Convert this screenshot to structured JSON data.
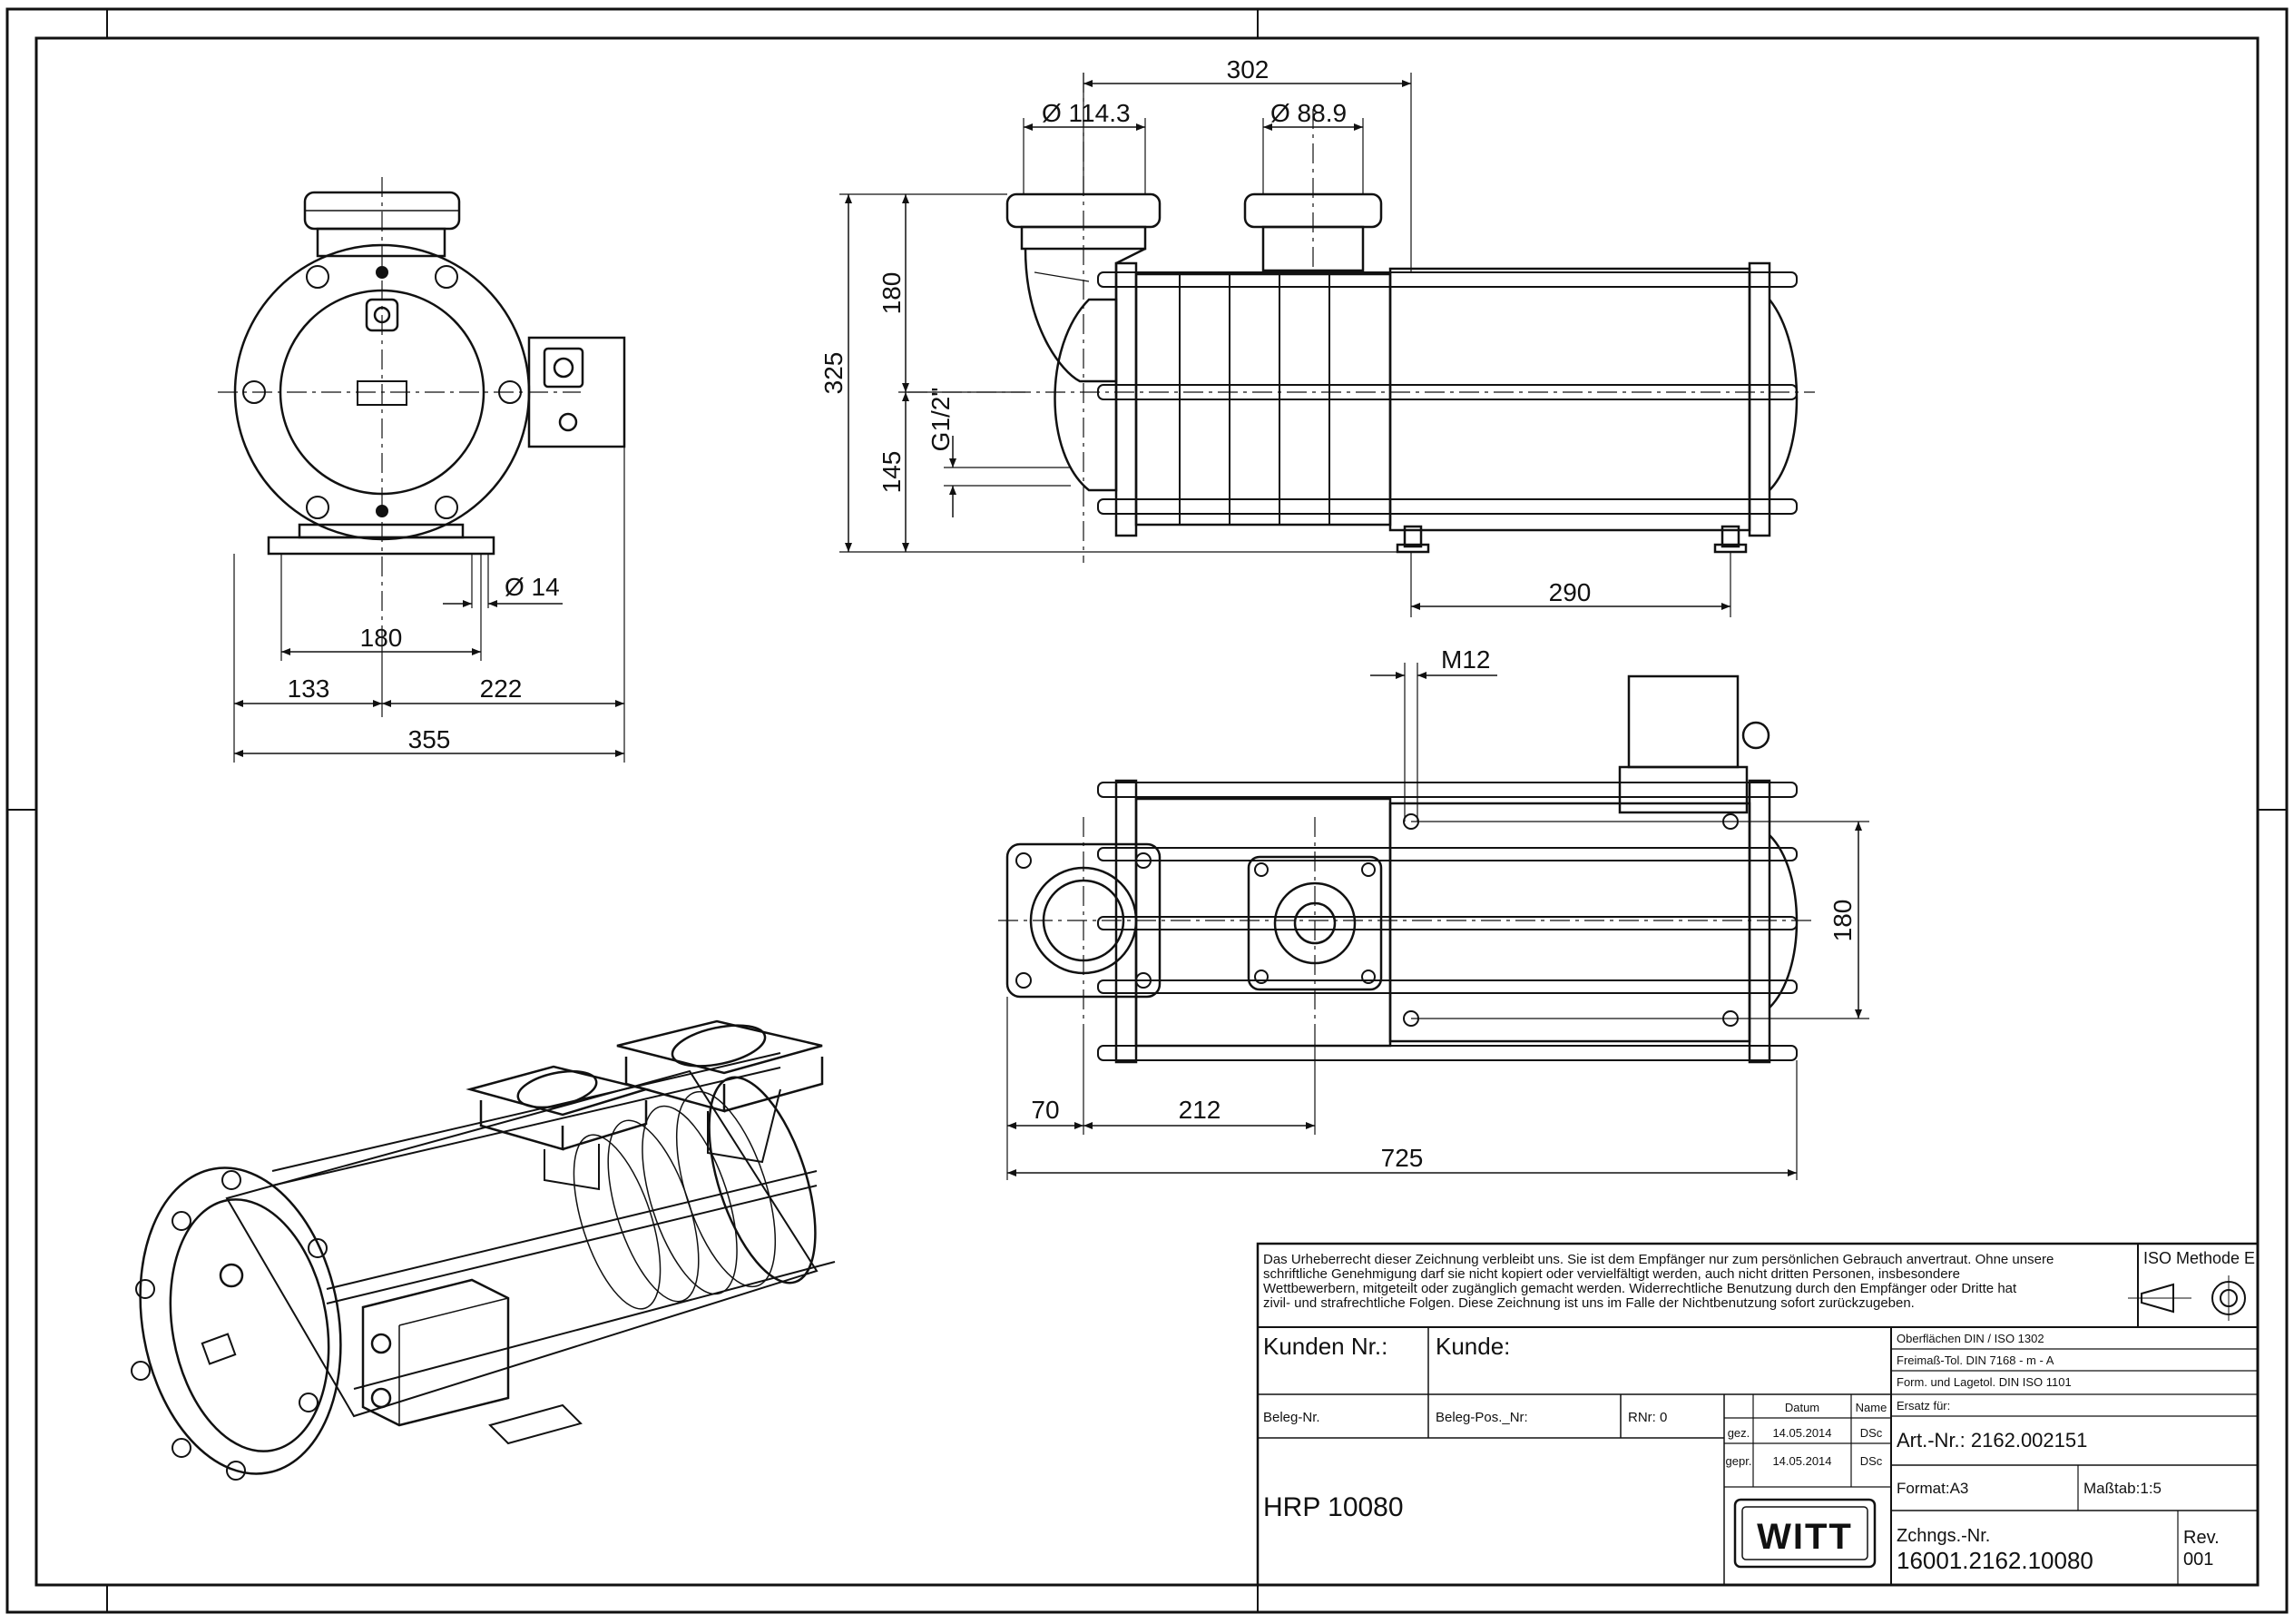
{
  "dimensions": {
    "front": {
      "d14": "Ø 14",
      "w180": "180",
      "w133": "133",
      "w222": "222",
      "w355": "355"
    },
    "side": {
      "w302": "302",
      "d114": "Ø 114.3",
      "d889": "Ø 88.9",
      "h180": "180",
      "h325": "325",
      "h145": "145",
      "g12": "G1/2\"",
      "w290": "290"
    },
    "top": {
      "m12": "M12",
      "h180": "180",
      "w70": "70",
      "w212": "212",
      "w725": "725"
    }
  },
  "title_block": {
    "copyright": [
      "Das Urheberrecht dieser Zeichnung verbleibt uns. Sie ist dem Empfänger nur zum persönlichen Gebrauch anvertraut. Ohne unsere",
      "schriftliche Genehmigung darf sie nicht kopiert oder vervielfältigt werden, auch nicht dritten Personen, insbesondere",
      "Wettbewerbern, mitgeteilt oder zugänglich gemacht werden. Widerrechtliche Benutzung durch den Empfänger oder Dritte hat",
      "zivil- und strafrechtliche Folgen. Diese Zeichnung ist uns im Falle der Nichtbenutzung sofort zurückzugeben."
    ],
    "iso_method": "ISO Methode E",
    "kunden_nr": "Kunden Nr.:",
    "kunde": "Kunde:",
    "surfaces": "Oberflächen DIN / ISO 1302",
    "freimass": "Freimaß-Tol. DIN 7168 - m - A",
    "form_lage": "Form. und Lagetol. DIN ISO 1101",
    "ersatz": "Ersatz für:",
    "beleg_nr": "Beleg-Nr.",
    "beleg_pos": "Beleg-Pos._Nr:",
    "rnr": "RNr: 0",
    "datum": "Datum",
    "name": "Name",
    "gez": "gez.",
    "gez_date": "14.05.2014",
    "gez_name": "DSc",
    "gepr": "gepr.",
    "gepr_date": "14.05.2014",
    "gepr_name": "DSc",
    "art_nr": "Art.-Nr.: 2162.002151",
    "format_label": "Format:",
    "format_value": "A3",
    "massstab_label": "Maßtab:",
    "massstab_value": "1:5",
    "product": "HRP 10080",
    "logo": "WITT",
    "zchngs_label": "Zchngs.-Nr.",
    "zchngs_value": "16001.2162.10080",
    "rev_label": "Rev.",
    "rev_value": "001"
  }
}
